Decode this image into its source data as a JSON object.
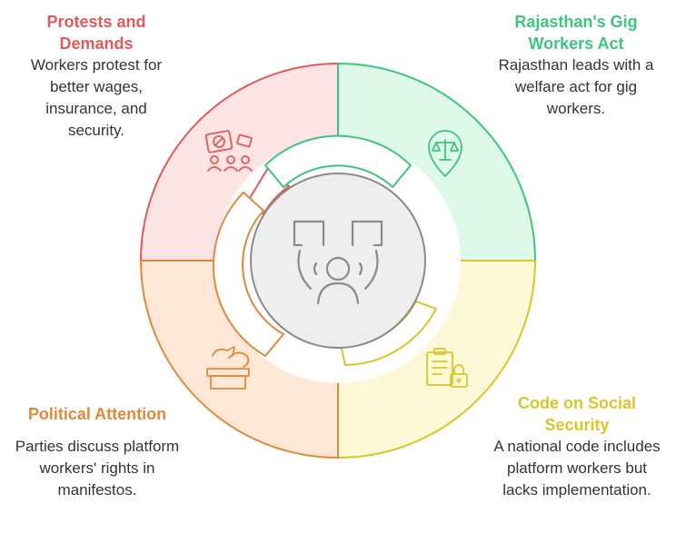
{
  "quadrants": [
    {
      "id": "protests",
      "title": "Protests and Demands",
      "description": "Workers protest for better wages, insurance, and security.",
      "icon": "protest-sign-icon",
      "color": "#e05a5a",
      "fill": "#fde4e4"
    },
    {
      "id": "rajasthan",
      "title": "Rajasthan's Gig Workers Act",
      "description": "Rajasthan leads with a welfare act for gig workers.",
      "icon": "scales-of-justice-icon",
      "color": "#3fc47f",
      "fill": "#def8ea"
    },
    {
      "id": "code",
      "title": "Code on Social Security",
      "description": "A national code includes platform workers but lacks implementation.",
      "icon": "locked-clipboard-icon",
      "color": "#d9c62a",
      "fill": "#fdf8d6"
    },
    {
      "id": "political",
      "title": "Political Attention",
      "description": "Parties discuss platform workers' rights in manifestos.",
      "icon": "podium-speech-icon",
      "color": "#e0893a",
      "fill": "#fde7d6"
    }
  ],
  "center": {
    "icon": "protester-with-signs-icon",
    "color": "#8a8a8a",
    "fill": "#eeeeee"
  }
}
